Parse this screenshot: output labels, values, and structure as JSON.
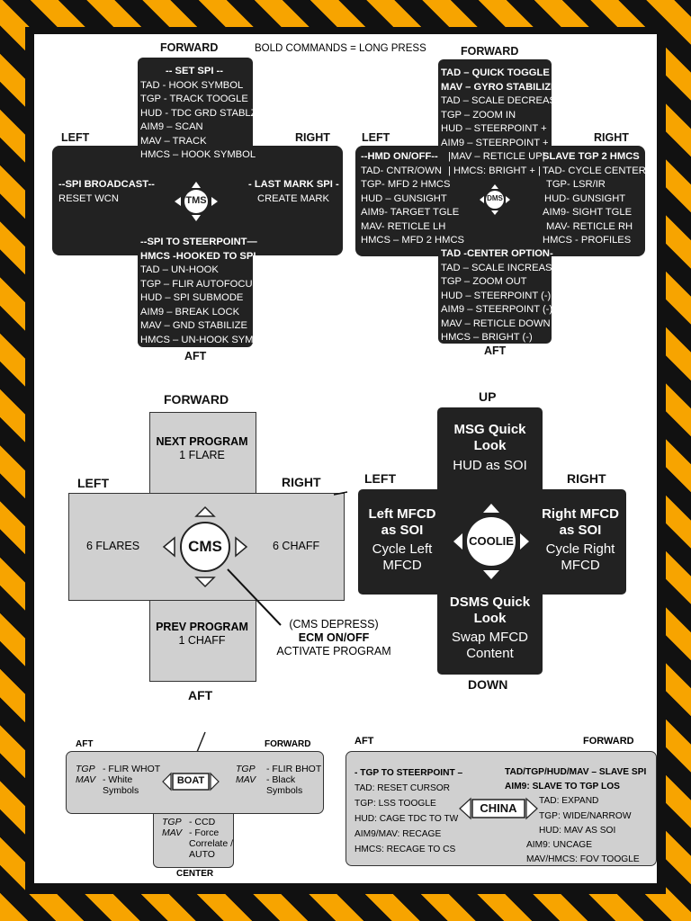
{
  "header_note": "BOLD COMMANDS = LONG PRESS",
  "tms": {
    "forward": "FORWARD",
    "aft": "AFT",
    "left": "LEFT",
    "right": "RIGHT",
    "center": "TMS",
    "up_lines": [
      "-- SET SPI --",
      "TAD - HOOK SYMBOL",
      "TGP - TRACK TOOGLE",
      "HUD - TDC GRD STABLZ",
      "AIM9 – SCAN",
      "MAV – TRACK",
      "HMCS – HOOK SYMBOL"
    ],
    "left_lines": [
      "--SPI BROADCAST--",
      "RESET WCN"
    ],
    "right_lines": [
      "- LAST MARK SPI -",
      "CREATE MARK"
    ],
    "down_lines": [
      "--SPI TO STEERPOINT—",
      "HMCS -HOOKED TO SPI",
      "TAD – UN-HOOK",
      "TGP – FLIR AUTOFOCUS",
      "HUD – SPI SUBMODE",
      "AIM9 – BREAK LOCK",
      "MAV – GND STABILIZE",
      "HMCS – UN-HOOK SYM"
    ]
  },
  "dms": {
    "forward": "FORWARD",
    "aft": "AFT",
    "left": "LEFT",
    "right": "RIGHT",
    "center": "DMS",
    "up_lines": [
      "TAD – QUICK TOGGLE",
      "MAV – GYRO STABILIZE",
      "TAD – SCALE DECREASE",
      "TGP – ZOOM IN",
      "HUD – STEERPOINT +",
      "AIM9 – STEERPOINT +"
    ],
    "mid_line": "|MAV – RETICLE UP|",
    "mid_line2": "| HMCS: BRIGHT + |",
    "left_lines": [
      "--HMD ON/OFF--",
      "TAD- CNTR/OWN",
      "TGP- MFD 2 HMCS",
      "HUD – GUNSIGHT",
      "AIM9- TARGET TGLE",
      "MAV- RETICLE LH",
      "HMCS – MFD 2 HMCS"
    ],
    "right_lines": [
      "SLAVE TGP 2 HMCS",
      "TAD- CYCLE CENTER",
      "TGP- LSR/IR",
      "HUD- GUNSIGHT",
      "AIM9- SIGHT TGLE",
      "MAV- RETICLE RH",
      "HMCS - PROFILES"
    ],
    "down_lines": [
      "TAD -CENTER OPTION-",
      "TAD – SCALE INCREASE",
      "TGP – ZOOM OUT",
      "HUD – STEERPOINT (-)",
      "AIM9 – STEERPOINT (-)",
      "MAV – RETICLE DOWN",
      "HMCS – BRIGHT (-)"
    ]
  },
  "cms": {
    "forward": "FORWARD",
    "aft": "AFT",
    "left": "LEFT",
    "right": "RIGHT",
    "center": "CMS",
    "up_title": "NEXT PROGRAM",
    "up_sub": "1 FLARE",
    "left_text": "6 FLARES",
    "right_text": "6 CHAFF",
    "down_title": "PREV PROGRAM",
    "down_sub": "1 CHAFF",
    "depress": "(CMS DEPRESS)",
    "depress_bold": "ECM ON/OFF",
    "depress_sub": "ACTIVATE PROGRAM"
  },
  "coolie": {
    "up": "UP",
    "down": "DOWN",
    "left": "LEFT",
    "right": "RIGHT",
    "center": "COOLIE",
    "up_title": "MSG Quick Look",
    "up_sub": "HUD as SOI",
    "left_title": "Left MFCD as SOI",
    "left_sub": "Cycle Left MFCD",
    "right_title": "Right MFCD as SOI",
    "right_sub": "Cycle Right MFCD",
    "down_title": "DSMS Quick Look",
    "down_sub": "Swap MFCD Content"
  },
  "boat": {
    "aft": "AFT",
    "forward": "FORWARD",
    "center_label": "CENTER",
    "center": "BOAT",
    "left": [
      {
        "k": "TGP",
        "v": "- FLIR WHOT"
      },
      {
        "k": "MAV",
        "v": "- White Symbols"
      }
    ],
    "right": [
      {
        "k": "TGP",
        "v": "- FLIR BHOT"
      },
      {
        "k": "MAV",
        "v": "- Black Symbols"
      }
    ],
    "down": [
      {
        "k": "TGP",
        "v": "- CCD"
      },
      {
        "k": "MAV",
        "v": "- Force Correlate / AUTO"
      }
    ]
  },
  "china": {
    "aft": "AFT",
    "forward": "FORWARD",
    "center": "CHINA",
    "left_lines": [
      "- TGP TO STEERPOINT –",
      "TAD: RESET CURSOR",
      "TGP: LSS TOOGLE",
      "HUD: CAGE TDC TO TW",
      "AIM9/MAV: RECAGE",
      "HMCS: RECAGE TO CS"
    ],
    "right_lines": [
      "TAD/TGP/HUD/MAV – SLAVE SPI",
      "AIM9: SLAVE TO TGP LOS",
      "TAD: EXPAND",
      "TGP: WIDE/NARROW",
      "HUD: MAV AS SOI",
      "AIM9: UNCAGE",
      "MAV/HMCS: FOV TOOGLE"
    ]
  }
}
